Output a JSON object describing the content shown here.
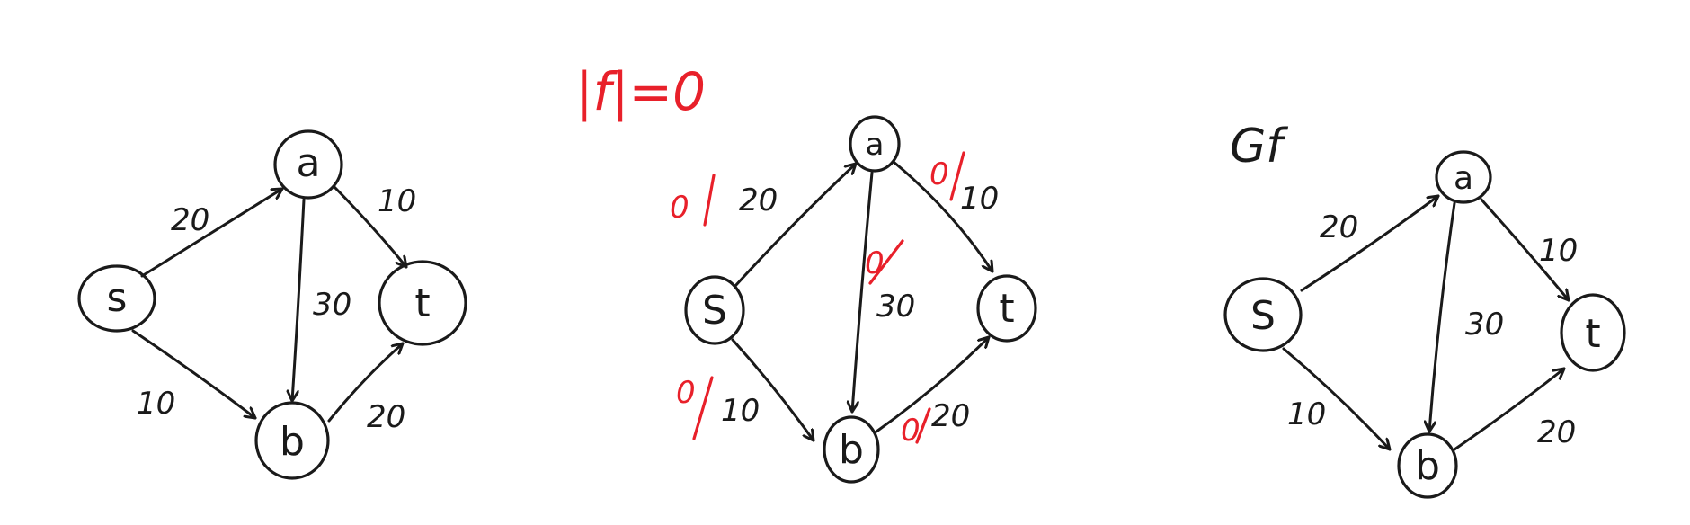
{
  "colors": {
    "ink": "#1a1a1a",
    "flow": "#e8202a"
  },
  "graph1": {
    "nodes": {
      "s": "s",
      "a": "a",
      "b": "b",
      "t": "t"
    },
    "edges": {
      "sa": "20",
      "sb": "10",
      "at": "10",
      "ab": "30",
      "bt": "20"
    }
  },
  "graph2": {
    "flow_value": "|f|=0",
    "nodes": {
      "s": "S",
      "a": "a",
      "b": "b",
      "t": "t"
    },
    "edges": {
      "sa": {
        "flow": "0",
        "cap": "20"
      },
      "sb": {
        "flow": "0",
        "cap": "10"
      },
      "at": {
        "flow": "0",
        "cap": "10"
      },
      "ab": {
        "flow": "0",
        "cap": "30"
      },
      "bt": {
        "flow": "0",
        "cap": "20"
      }
    }
  },
  "graph3": {
    "title": "Gf",
    "nodes": {
      "s": "S",
      "a": "a",
      "b": "b",
      "t": "t"
    },
    "edges": {
      "sa": "20",
      "sb": "10",
      "at": "10",
      "ab": "30",
      "bt": "20"
    }
  }
}
